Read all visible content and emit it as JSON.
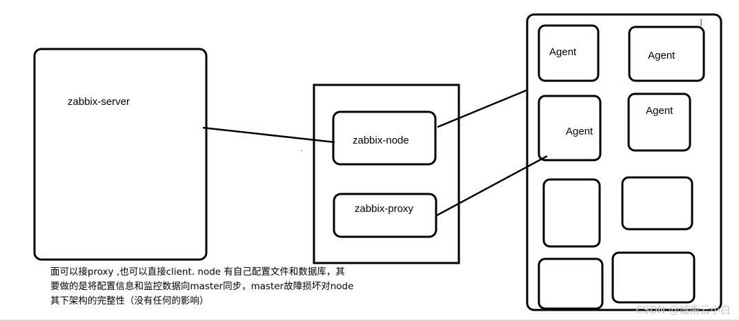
{
  "nodes": {
    "server": "zabbix-server",
    "node": "zabbix-node",
    "proxy": "zabbix-proxy",
    "agent_1": "Agent",
    "agent_2": "Agent",
    "agent_3": "Agent",
    "agent_4": "Agent"
  },
  "caption": {
    "line_1": "面可以接proxy ,也可以直接client.   node 有自己配置文件和数据库，其",
    "line_2": "要做的是将配置信息和监控数据向master同步，master故障损坏对node",
    "line_3": "其下架构的完整性（没有任何的影响）"
  },
  "cursor_glyph": "I",
  "watermark": "CSDN @城南云小白"
}
